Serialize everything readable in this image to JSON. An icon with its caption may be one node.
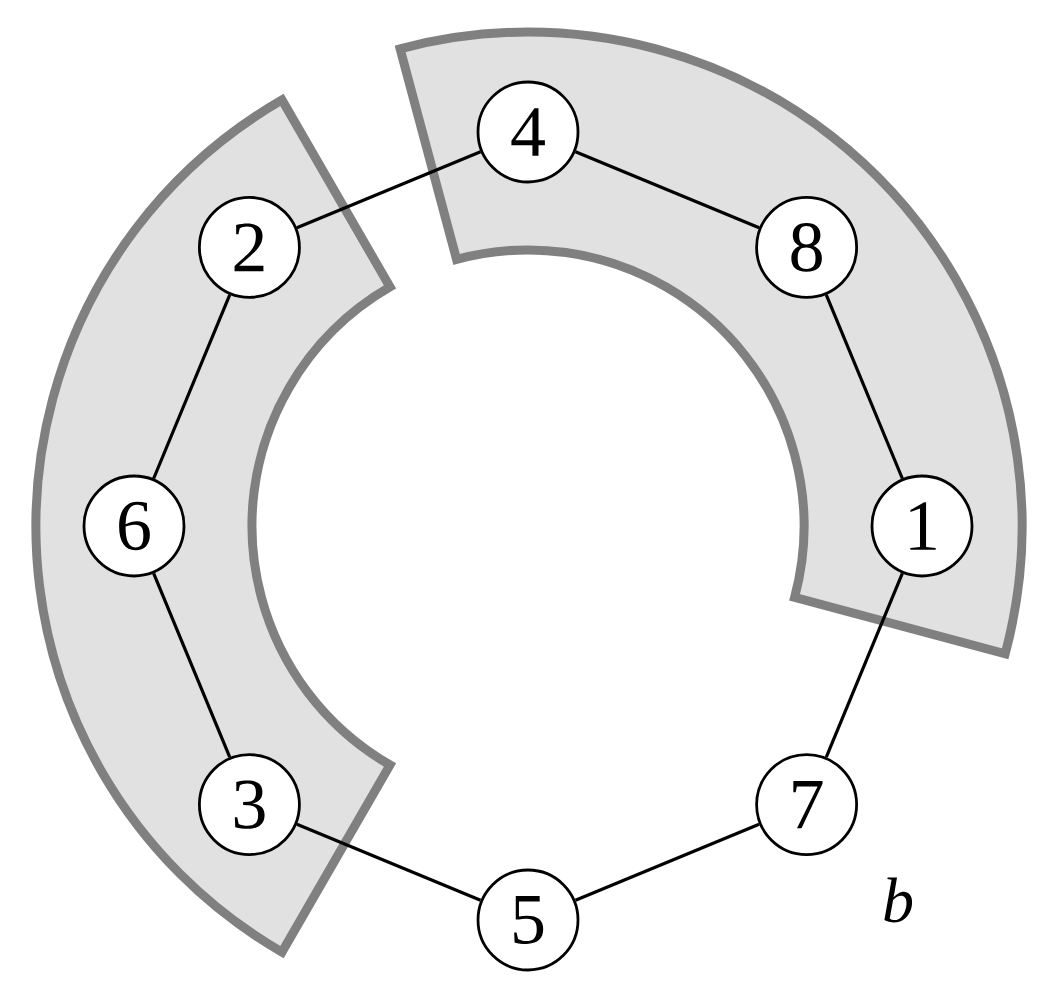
{
  "diagram": {
    "nodes": [
      {
        "text": [
          "4"
        ]
      },
      {
        "text": [
          "2"
        ]
      },
      {
        "text": [
          "8"
        ]
      },
      {
        "text": [
          "6"
        ]
      },
      {
        "text": [
          "1"
        ]
      },
      {
        "text": [
          "3"
        ]
      },
      {
        "text": [
          "7"
        ]
      },
      {
        "text": [
          "5"
        ]
      }
    ],
    "edges": [
      {
        "from": 1,
        "to": 0,
        "arrow": "none"
      },
      {
        "from": 0,
        "to": 2,
        "arrow": "none"
      },
      {
        "from": 2,
        "to": 4,
        "arrow": "none"
      },
      {
        "from": 4,
        "to": 6,
        "arrow": "none"
      },
      {
        "from": 6,
        "to": 7,
        "arrow": "none"
      },
      {
        "from": 7,
        "to": 5,
        "arrow": "none"
      },
      {
        "from": 5,
        "to": 3,
        "arrow": "none"
      },
      {
        "from": 3,
        "to": 1,
        "arrow": "none"
      }
    ],
    "labels": [
      "b"
    ]
  }
}
